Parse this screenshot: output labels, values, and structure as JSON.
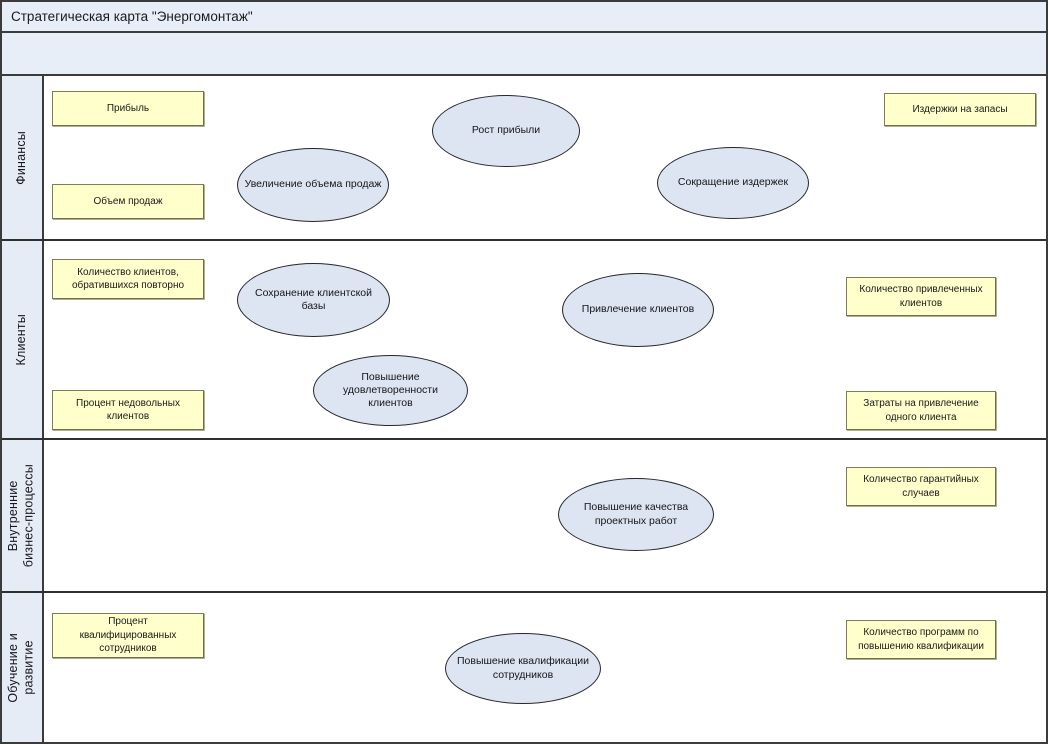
{
  "header": {
    "title": "Стратегическая карта \"Энергомонтаж\"",
    "subtitle": ""
  },
  "colors": {
    "header_bg": "#e8eef7",
    "row_label_bg": "#e6ecf6",
    "node_fill": "#dee5f2",
    "node_stroke": "#26262b",
    "kpi_fill": "#ffffcc",
    "kpi_stroke": "#7d7d54",
    "arrow_solid": "#3b6fb5",
    "arrow_dotted": "#4a77bd",
    "frame_stroke": "#3b3b3b"
  },
  "perspectives": [
    {
      "id": "finance",
      "label": "Финансы"
    },
    {
      "id": "clients",
      "label": "Клиенты"
    },
    {
      "id": "processes",
      "label": "Внутренние\nбизнес-процессы"
    },
    {
      "id": "learning",
      "label": "Обучение и\nразвитие"
    }
  ],
  "objectives": [
    {
      "id": "profit_growth",
      "label": "Рост прибыли",
      "perspective": "finance"
    },
    {
      "id": "sales_increase",
      "label": "Увеличение объема продаж",
      "perspective": "finance"
    },
    {
      "id": "cost_reduction",
      "label": "Сокращение издержек",
      "perspective": "finance"
    },
    {
      "id": "client_retention",
      "label": "Сохранение клиентской\nбазы",
      "perspective": "clients"
    },
    {
      "id": "client_satisfaction",
      "label": "Повышение\nудовлетворенности клиентов",
      "perspective": "clients"
    },
    {
      "id": "client_acquisition",
      "label": "Привлечение клиентов",
      "perspective": "clients"
    },
    {
      "id": "project_quality",
      "label": "Повышение качества\nпроектных работ",
      "perspective": "processes"
    },
    {
      "id": "staff_development",
      "label": "Повышение квалификации\nсотрудников",
      "perspective": "learning"
    }
  ],
  "measures": [
    {
      "id": "m_profit",
      "label": "Прибыль",
      "perspective": "finance",
      "side": "left",
      "target": "profit_growth"
    },
    {
      "id": "m_sales_volume",
      "label": "Объем продаж",
      "perspective": "finance",
      "side": "left",
      "target": "sales_increase"
    },
    {
      "id": "m_inventory_costs",
      "label": "Издержки на запасы",
      "perspective": "finance",
      "side": "right",
      "target": "cost_reduction"
    },
    {
      "id": "m_repeat_clients",
      "label": "Количество клиентов,\nобратившихся повторно",
      "perspective": "clients",
      "side": "left",
      "target": "client_retention"
    },
    {
      "id": "m_unhappy_clients",
      "label": "Процент недовольных\nклиентов",
      "perspective": "clients",
      "side": "left",
      "target": "client_satisfaction"
    },
    {
      "id": "m_acquired_clients",
      "label": "Количество привлеченных\nклиентов",
      "perspective": "clients",
      "side": "right",
      "target": "client_acquisition"
    },
    {
      "id": "m_acq_cost",
      "label": "Затраты на привлечение\nодного клиента",
      "perspective": "clients",
      "side": "right",
      "target": "client_acquisition"
    },
    {
      "id": "m_warranty_cases",
      "label": "Количество гарантийных\nслучаев",
      "perspective": "processes",
      "side": "right",
      "target": "project_quality"
    },
    {
      "id": "m_qualified_staff",
      "label": "Процент\nквалифицированных\nсотрудников",
      "perspective": "learning",
      "side": "left",
      "target": "staff_development"
    },
    {
      "id": "m_training_programs",
      "label": "Количество программ по\nповышению квалификации",
      "perspective": "learning",
      "side": "right",
      "target": "staff_development"
    }
  ],
  "links": [
    {
      "from": "sales_increase",
      "to": "profit_growth",
      "style": "solid"
    },
    {
      "from": "cost_reduction",
      "to": "profit_growth",
      "style": "solid"
    },
    {
      "from": "client_retention",
      "to": "sales_increase",
      "style": "solid"
    },
    {
      "from": "client_acquisition",
      "to": "sales_increase",
      "style": "solid"
    },
    {
      "from": "client_satisfaction",
      "to": "client_retention",
      "style": "solid"
    },
    {
      "from": "project_quality",
      "to": "client_satisfaction",
      "style": "solid"
    },
    {
      "from": "project_quality",
      "to": "client_acquisition",
      "style": "solid"
    },
    {
      "from": "staff_development",
      "to": "project_quality",
      "style": "solid"
    }
  ]
}
